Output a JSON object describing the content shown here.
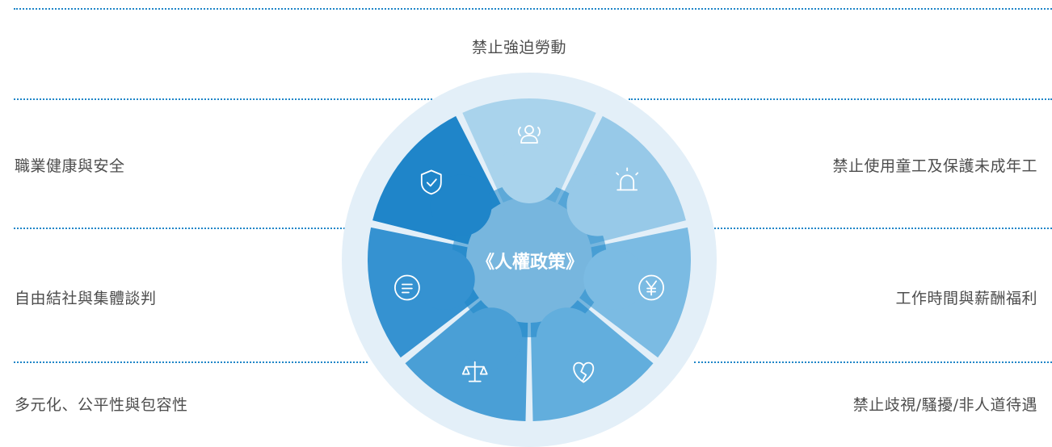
{
  "diagram": {
    "center": {
      "title": "《人權政策》"
    },
    "segments": [
      {
        "label": "禁止強迫勞動",
        "icon": "people-icon",
        "color": "#a9d3ec"
      },
      {
        "label": "禁止使用童工及保護未成年工",
        "icon": "alarm-icon",
        "color": "#97c9e8"
      },
      {
        "label": "工作時間與薪酬福利",
        "icon": "yen-icon",
        "color": "#7bbbe3"
      },
      {
        "label": "禁止歧視/騷擾/非人道待遇",
        "icon": "broken-heart-icon",
        "color": "#62aedd"
      },
      {
        "label": "多元化、公平性與包容性",
        "icon": "balance-scale-icon",
        "color": "#4a9fd6"
      },
      {
        "label": "自由結社與集體談判",
        "icon": "chat-icon",
        "color": "#3592d1"
      },
      {
        "label": "職業健康與安全",
        "icon": "shield-check-icon",
        "color": "#1f85c9"
      }
    ]
  }
}
